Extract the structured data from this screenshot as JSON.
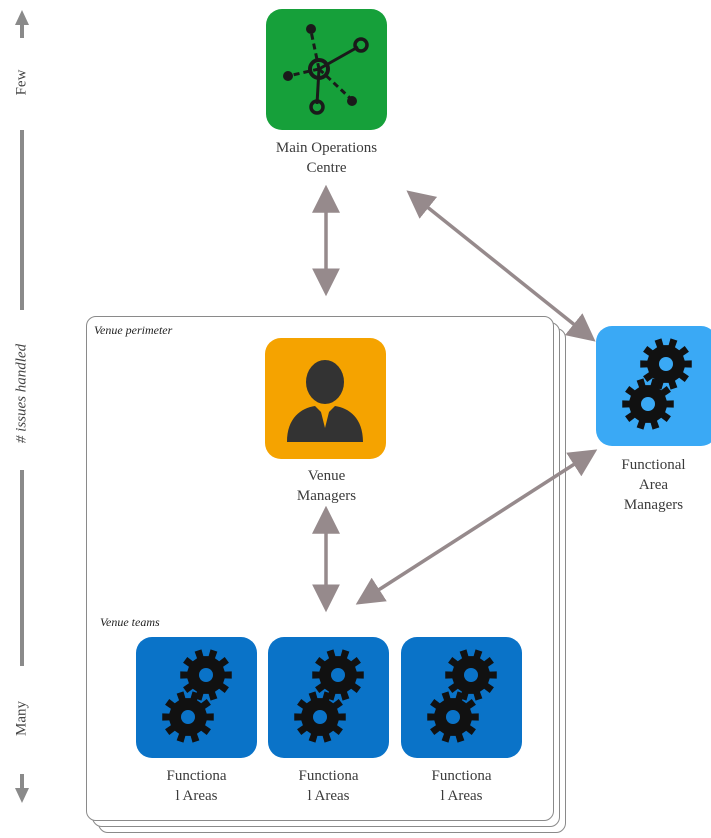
{
  "axis": {
    "top_label": "Few",
    "middle_label": "# issues handled",
    "bottom_label": "Many"
  },
  "nodes": {
    "main_ops": {
      "label": "Main Operations\nCentre",
      "color": "#16a03a"
    },
    "venue_managers": {
      "label": "Venue\nManagers",
      "color": "#f5a300"
    },
    "functional_area_managers": {
      "label": "Functional\nArea\nManagers",
      "color": "#3aa9f5"
    },
    "functional_areas": [
      {
        "label": "Functiona\nl Areas",
        "color": "#0a73c8"
      },
      {
        "label": "Functiona\nl Areas",
        "color": "#0a73c8"
      },
      {
        "label": "Functiona\nl Areas",
        "color": "#0a73c8"
      }
    ]
  },
  "regions": {
    "venue_perimeter": "Venue perimeter",
    "venue_teams": "Venue teams"
  },
  "colors": {
    "arrow": "#968a8c",
    "frame": "#8a8a8a"
  }
}
